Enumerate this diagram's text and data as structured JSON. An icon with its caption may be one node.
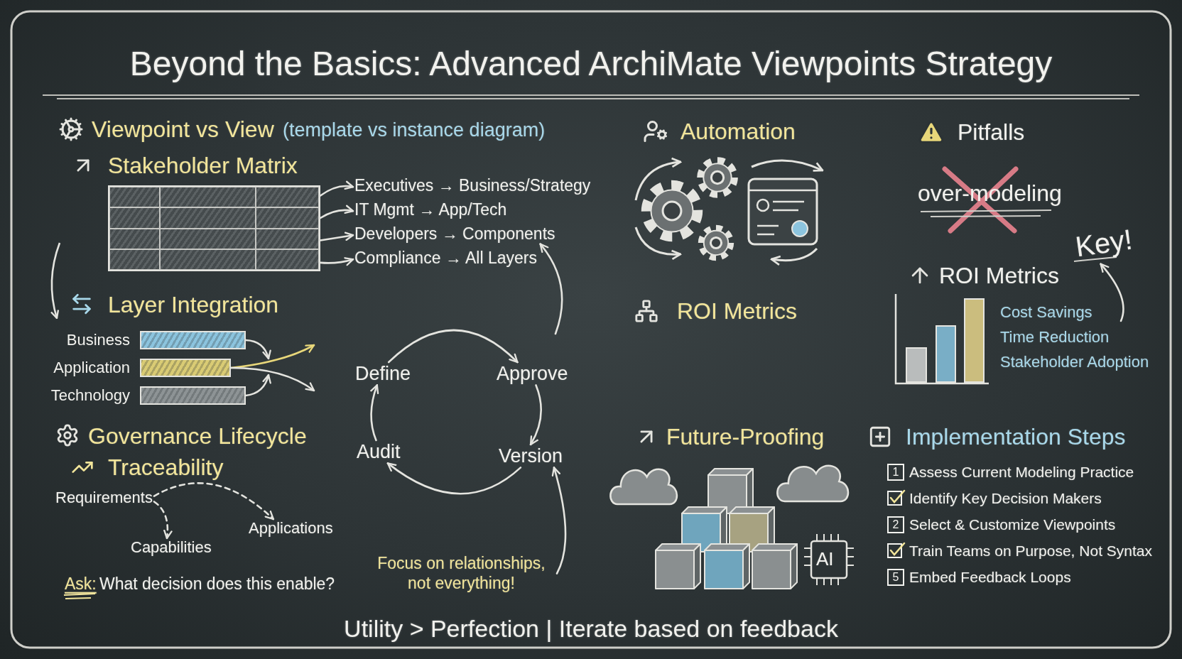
{
  "diagram": {
    "title": "Beyond the Basics: Advanced ArchiMate Viewpoints Strategy",
    "caption": "Utility > Perfection | Iterate based on feedback",
    "nodes": [
      {
        "text": [],
        "shape": "box",
        "beside": [
          "Stakeholder Matrix"
        ]
      },
      {
        "text": [
          "Executives → Business/Strategy"
        ]
      },
      {
        "text": [
          "IT Mgmt → App/Tech"
        ]
      },
      {
        "text": [
          "Developers → Components"
        ]
      },
      {
        "text": [
          "Compliance → All Layers"
        ]
      },
      {
        "text": [],
        "shape": "bar",
        "beside": [
          "Business"
        ]
      },
      {
        "text": [],
        "shape": "bar",
        "beside": [
          "Application"
        ]
      },
      {
        "text": [],
        "shape": "bar",
        "beside": [
          "Technology"
        ]
      },
      {
        "text": [
          "Define"
        ]
      },
      {
        "text": [
          "Approve"
        ]
      },
      {
        "text": [
          "Version"
        ]
      },
      {
        "text": [
          "Audit"
        ]
      },
      {
        "text": [
          "Focus on relationships, not everything!"
        ]
      },
      {
        "text": [
          "Requirements"
        ]
      },
      {
        "text": [
          "Capabilities"
        ]
      },
      {
        "text": [
          "Applications"
        ]
      },
      {
        "text": [
          "Key!"
        ]
      }
    ],
    "edges": [
      {
        "from": 0,
        "to": 1,
        "arrow": "to"
      },
      {
        "from": 0,
        "to": 2,
        "arrow": "to"
      },
      {
        "from": 0,
        "to": 3,
        "arrow": "to"
      },
      {
        "from": 0,
        "to": 4,
        "arrow": "to"
      },
      {
        "from": 5,
        "to": null,
        "arrow": "to"
      },
      {
        "from": 6,
        "to": null,
        "arrow": "to",
        "color": "#e8d77a"
      },
      {
        "from": 6,
        "to": null,
        "arrow": "to"
      },
      {
        "from": 7,
        "to": null,
        "arrow": "to"
      },
      {
        "from": 8,
        "to": 9,
        "arrow": "to"
      },
      {
        "from": 9,
        "to": 10,
        "arrow": "to"
      },
      {
        "from": 10,
        "to": 11,
        "arrow": "to"
      },
      {
        "from": 11,
        "to": 8,
        "arrow": "to"
      },
      {
        "from": null,
        "to": 3,
        "arrow": "to"
      },
      {
        "from": 12,
        "to": 10,
        "arrow": "to"
      },
      {
        "from": 13,
        "to": 14,
        "arrow": "to",
        "style": "dashed"
      },
      {
        "from": 13,
        "to": 15,
        "arrow": "to",
        "style": "dashed"
      },
      {
        "from": null,
        "to": 16,
        "arrow": "to"
      }
    ],
    "labels": [
      "Viewpoint vs View",
      "(template vs instance diagram)",
      "Layer Integration",
      "Governance Lifecycle",
      "Traceability",
      "Ask:",
      "What decision does this enable?",
      "Automation",
      "ROI Metrics",
      "Pitfalls",
      "over-modeling",
      "ROI Metrics",
      "Cost Savings",
      "Time Reduction",
      "Stakeholder Adoption",
      "Future-Proofing",
      "AI",
      "Implementation Steps",
      "1",
      "Assess Current Modeling Practice",
      "Identify Key Decision Makers",
      "2",
      "Select & Customize Viewpoints",
      "Train Teams on Purpose, Not Syntax",
      "5",
      "Embed Feedback Loops"
    ]
  }
}
